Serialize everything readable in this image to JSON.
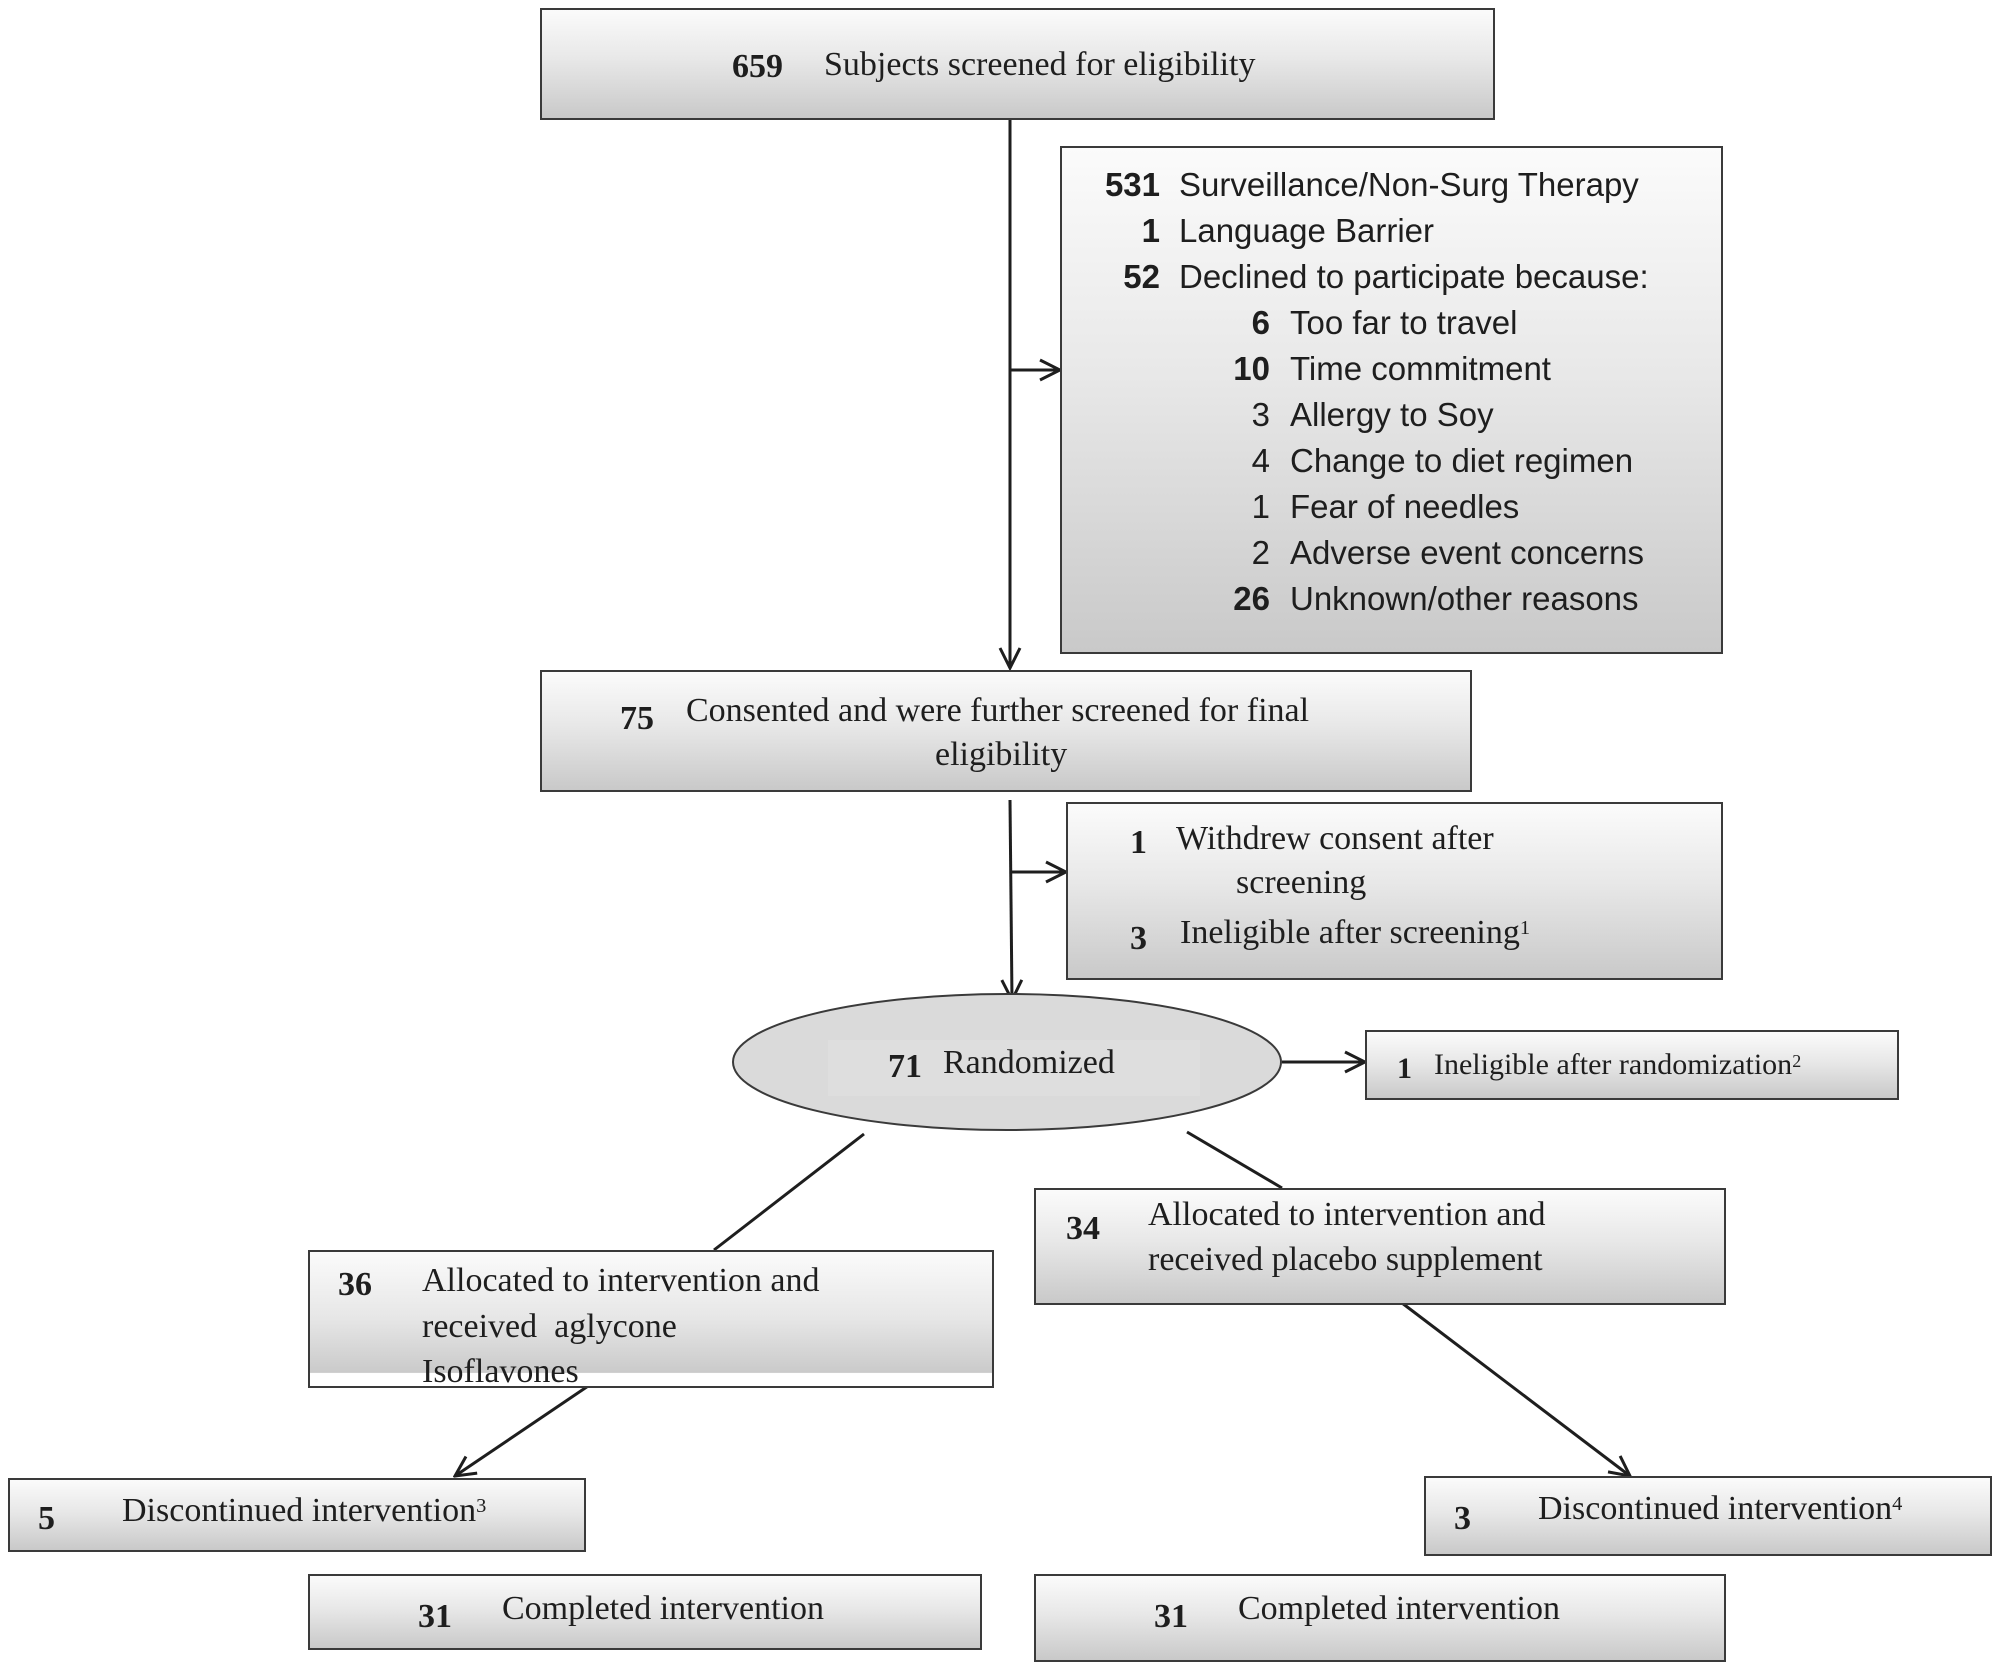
{
  "screened": {
    "count": "659",
    "label": "Subjects screened for eligibility"
  },
  "excluded": [
    {
      "count": "531",
      "label": "Surveillance/Non-Surg Therapy"
    },
    {
      "count": "1",
      "label": "Language Barrier"
    },
    {
      "count": "52",
      "label": "Declined to participate because:"
    }
  ],
  "declined_reasons": [
    {
      "count": "6",
      "label": "Too far to travel"
    },
    {
      "count": "10",
      "label": "Time commitment"
    },
    {
      "count": "3",
      "label": "Allergy to Soy"
    },
    {
      "count": "4",
      "label": "Change to diet regimen"
    },
    {
      "count": "1",
      "label": "Fear of needles"
    },
    {
      "count": "2",
      "label": "Adverse event concerns"
    },
    {
      "count": "26",
      "label": "Unknown/other reasons"
    }
  ],
  "consented": {
    "count": "75",
    "line1": "Consented and were further screened for final",
    "line2": "eligibility"
  },
  "post_screening": {
    "withdrew": {
      "count": "1",
      "line1": "Withdrew consent after",
      "line2": "screening"
    },
    "ineligible": {
      "count": "3",
      "label": "Ineligible after screening",
      "note": "1"
    }
  },
  "randomized": {
    "count": "71",
    "label": "Randomized"
  },
  "ineligible_after_rand": {
    "count": "1",
    "label": "Ineligible after randomization",
    "note": "2"
  },
  "arm_isoflavones": {
    "count": "36",
    "line1": "Allocated to intervention and",
    "line2": "received  aglycone",
    "line3": "Isoflavones"
  },
  "arm_placebo": {
    "count": "34",
    "line1": "Allocated to intervention and",
    "line2": "received placebo supplement"
  },
  "discontinued_left": {
    "count": "5",
    "label": "Discontinued intervention",
    "note": "3"
  },
  "discontinued_right": {
    "count": "3",
    "label": "Discontinued intervention",
    "note": "4"
  },
  "completed_left": {
    "count": "31",
    "label": "Completed intervention"
  },
  "completed_right": {
    "count": "31",
    "label": "Completed intervention"
  }
}
